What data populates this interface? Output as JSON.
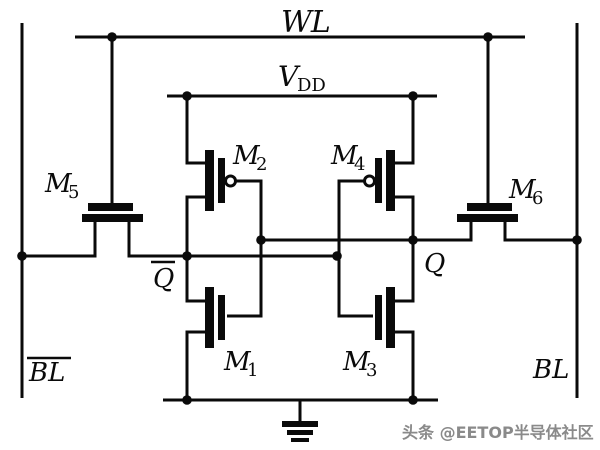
{
  "nets": {
    "word_line": "WL",
    "supply": {
      "base": "V",
      "sub": "DD"
    },
    "q": "Q",
    "q_bar": {
      "base": "Q",
      "overline": true
    },
    "bit_line": "BL",
    "bit_line_bar": {
      "base": "BL",
      "overline": true
    },
    "ground": "gnd-symbol"
  },
  "transistors": [
    {
      "name": "M1",
      "base": "M",
      "sub": "1",
      "type": "nmos",
      "role": "pull-down-left"
    },
    {
      "name": "M2",
      "base": "M",
      "sub": "2",
      "type": "pmos",
      "role": "pull-up-left"
    },
    {
      "name": "M3",
      "base": "M",
      "sub": "3",
      "type": "nmos",
      "role": "pull-down-right"
    },
    {
      "name": "M4",
      "base": "M",
      "sub": "4",
      "type": "pmos",
      "role": "pull-up-right"
    },
    {
      "name": "M5",
      "base": "M",
      "sub": "5",
      "type": "nmos",
      "role": "access-left"
    },
    {
      "name": "M6",
      "base": "M",
      "sub": "6",
      "type": "nmos",
      "role": "access-right"
    }
  ],
  "watermark": {
    "text": "头条 @EETOP半导体社区",
    "color": "#8a8a8a"
  },
  "colors": {
    "background": "#ffffff",
    "ink": "#0a0a0a",
    "watermark": "#8a8a8a"
  }
}
